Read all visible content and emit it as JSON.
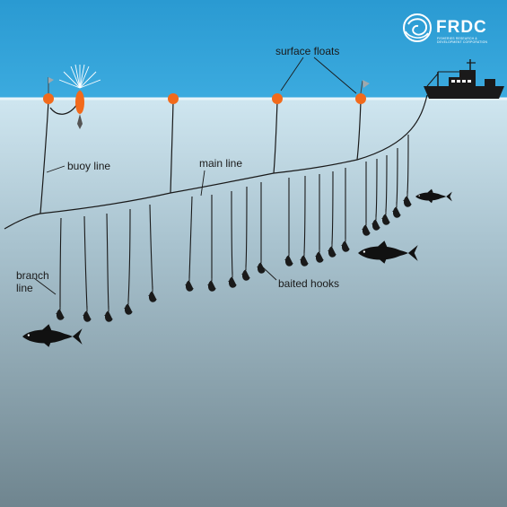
{
  "logo": {
    "name": "FRDC",
    "subtitle_line1": "FISHERIES RESEARCH &",
    "subtitle_line2": "DEVELOPMENT CORPORATION"
  },
  "labels": {
    "surface_floats": "surface floats",
    "buoy_line": "buoy line",
    "main_line": "main line",
    "branch_line_1": "branch",
    "branch_line_2": "line",
    "baited_hooks": "baited hooks"
  },
  "colors": {
    "sky": "#2a9fd6",
    "sea_top": "#d4eaf3",
    "sea_bottom": "#7a8f99",
    "float": "#f26a1b",
    "line": "#1a1a1a",
    "fish": "#111111"
  }
}
